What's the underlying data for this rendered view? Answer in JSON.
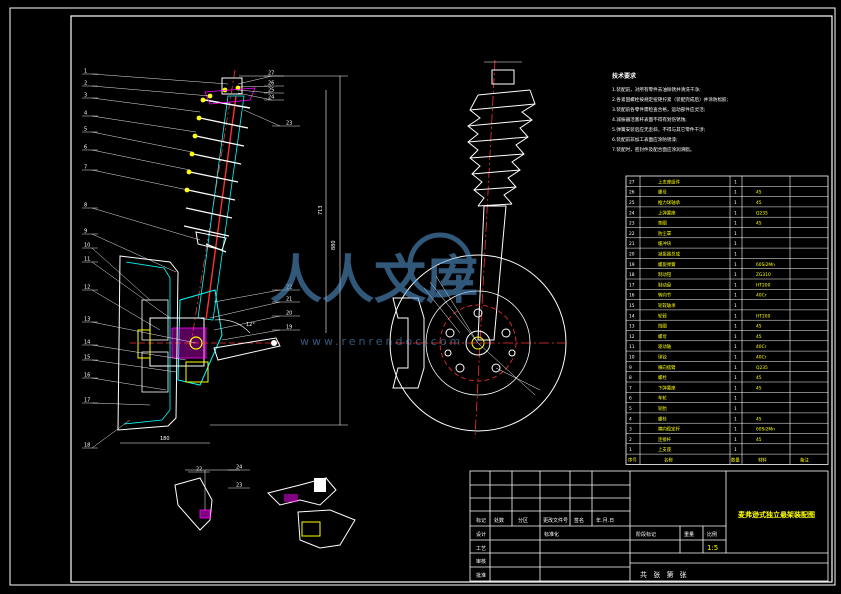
{
  "colors": {
    "background": "#000000",
    "frame": "#ffffff",
    "outline": "#00ffff",
    "center_line": "#ff3030",
    "leader": "#ffffff",
    "part_fill": "#ffffff",
    "hatch": "#ff00ff",
    "yellow": "#ffff00",
    "green": "#00ff00",
    "watermark": "#5aa0dc"
  },
  "watermark": {
    "text": "人人文库",
    "url": "www.renrendoc.com"
  },
  "requirements": {
    "title": "技术要求",
    "lines": [
      "1.装配前，对所有零件去油除锈并清洗干净;",
      "2.各紧固螺栓按规定扭矩拧紧（装配完成后）并涂防松胶;",
      "3.装配前各零件需检查合格，运动部件应灵活;",
      "4.减振器活塞杆表面不得有划伤锈蚀;",
      "5.弹簧安装后应无歪斜，不得与其它零件干涉;",
      "6.装配前非加工表面应涂防锈漆;",
      "7.装配时，密封件及配合面应涂润滑脂。"
    ]
  },
  "bom": {
    "header": {
      "no": "序号",
      "name": "名称",
      "qty": "数量",
      "material": "材料",
      "note": "备注"
    },
    "rows": [
      {
        "no": "27",
        "name": "上支座组件",
        "qty": "1",
        "material": "",
        "note": ""
      },
      {
        "no": "26",
        "name": "螺母",
        "qty": "1",
        "material": "45",
        "note": ""
      },
      {
        "no": "25",
        "name": "推力球轴承",
        "qty": "1",
        "material": "45",
        "note": ""
      },
      {
        "no": "24",
        "name": "上弹簧座",
        "qty": "1",
        "material": "Q235",
        "note": ""
      },
      {
        "no": "23",
        "name": "垫圈",
        "qty": "1",
        "material": "45",
        "note": ""
      },
      {
        "no": "22",
        "name": "防尘罩",
        "qty": "1",
        "material": "",
        "note": ""
      },
      {
        "no": "21",
        "name": "缓冲块",
        "qty": "1",
        "material": "",
        "note": ""
      },
      {
        "no": "20",
        "name": "减振器总成",
        "qty": "1",
        "material": "",
        "note": ""
      },
      {
        "no": "19",
        "name": "螺旋弹簧",
        "qty": "1",
        "material": "60Si2Mn",
        "note": ""
      },
      {
        "no": "18",
        "name": "制动钳",
        "qty": "1",
        "material": "ZG310",
        "note": ""
      },
      {
        "no": "17",
        "name": "制动盘",
        "qty": "1",
        "material": "HT200",
        "note": ""
      },
      {
        "no": "16",
        "name": "转向节",
        "qty": "1",
        "material": "40Cr",
        "note": ""
      },
      {
        "no": "15",
        "name": "轮毂轴承",
        "qty": "1",
        "material": "",
        "note": ""
      },
      {
        "no": "14",
        "name": "轮毂",
        "qty": "1",
        "material": "HT200",
        "note": ""
      },
      {
        "no": "13",
        "name": "挡圈",
        "qty": "1",
        "material": "45",
        "note": ""
      },
      {
        "no": "12",
        "name": "螺母",
        "qty": "1",
        "material": "45",
        "note": ""
      },
      {
        "no": "11",
        "name": "驱动轴",
        "qty": "1",
        "material": "40Cr",
        "note": ""
      },
      {
        "no": "10",
        "name": "球铰",
        "qty": "1",
        "material": "40Cr",
        "note": ""
      },
      {
        "no": "9",
        "name": "横向摆臂",
        "qty": "1",
        "material": "Q235",
        "note": ""
      },
      {
        "no": "8",
        "name": "螺栓",
        "qty": "1",
        "material": "45",
        "note": ""
      },
      {
        "no": "7",
        "name": "下弹簧座",
        "qty": "1",
        "material": "45",
        "note": ""
      },
      {
        "no": "6",
        "name": "车轮",
        "qty": "1",
        "material": "",
        "note": ""
      },
      {
        "no": "5",
        "name": "轮胎",
        "qty": "1",
        "material": "",
        "note": ""
      },
      {
        "no": "4",
        "name": "螺栓",
        "qty": "1",
        "material": "45",
        "note": ""
      },
      {
        "no": "3",
        "name": "横向稳定杆",
        "qty": "1",
        "material": "60Si2Mn",
        "note": ""
      },
      {
        "no": "2",
        "name": "连接杆",
        "qty": "1",
        "material": "45",
        "note": ""
      },
      {
        "no": "1",
        "name": "上支座",
        "qty": "1",
        "material": "",
        "note": ""
      }
    ]
  },
  "title_block": {
    "drawing_title": "麦弗逊式独立悬架装配图",
    "scale_label": "比例",
    "scale": "1:5",
    "weight_label": "重量",
    "sheet_info": "共 张 第 张",
    "stage_label": "阶段标记",
    "design": "设计",
    "check": "审核",
    "process": "工艺",
    "mark": "标记",
    "count": "处数",
    "zone": "分区",
    "change_doc": "更改文件号",
    "sign": "签名",
    "date": "年.月.日",
    "standard": "标准化",
    "approve": "批准"
  },
  "callouts_left": [
    "1",
    "2",
    "3",
    "4",
    "5",
    "6",
    "7",
    "8",
    "9",
    "10",
    "11",
    "12",
    "13",
    "14",
    "15",
    "16",
    "17",
    "18"
  ],
  "callouts_top": [
    "27",
    "26",
    "25",
    "24"
  ],
  "callouts_right": [
    "23",
    "22",
    "21",
    "20",
    "19"
  ],
  "detail_callouts": [
    "24",
    "23",
    "22"
  ],
  "dimensions": {
    "overall_height": "880",
    "upper_height": "713",
    "track": "180",
    "angle": "12°"
  }
}
